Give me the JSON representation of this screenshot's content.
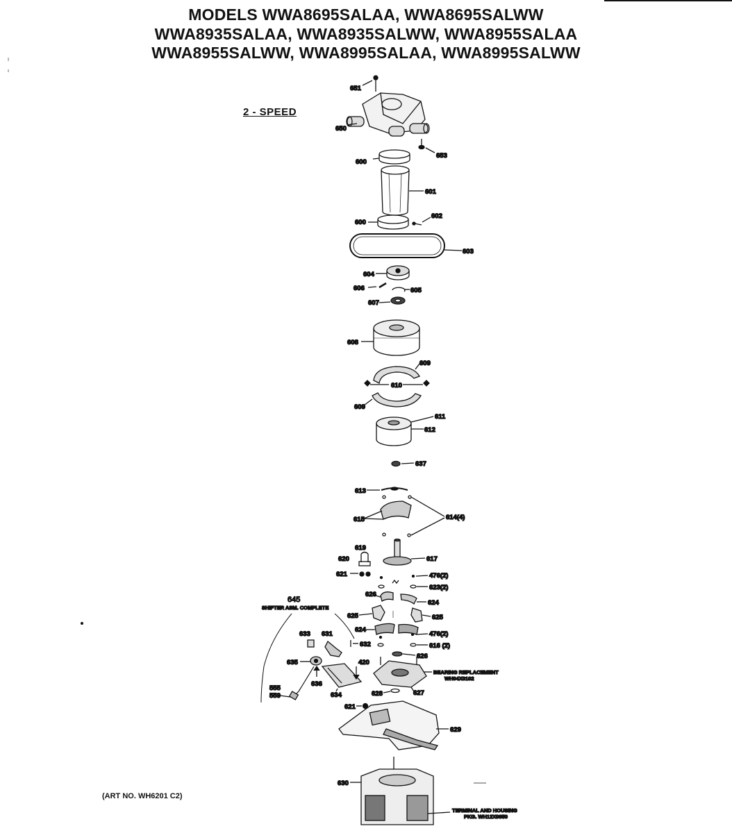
{
  "header": {
    "line1": "MODELS WWA8695SALAA, WWA8695SALWW",
    "line2": "WWA8935SALAA, WWA8935SALWW, WWA8955SALAA",
    "line3": "WWA8955SALWW, WWA8995SALAA, WWA8995SALWW"
  },
  "subtitle": "2 - SPEED",
  "art_number": "(ART NO. WH6201 C2)",
  "callouts": {
    "c651a": "651",
    "c650": "650",
    "c653": "653",
    "c600a": "600",
    "c601": "601",
    "c600b": "600",
    "c602": "602",
    "c603": "603",
    "c604": "604",
    "c606": "606",
    "c605": "605",
    "c607": "607",
    "c608": "608",
    "c609a": "609",
    "c610": "610",
    "c609b": "609",
    "c611": "611",
    "c612": "612",
    "c637": "637",
    "c613": "613",
    "c615": "615",
    "c614": "614(4)",
    "c619": "619",
    "c620": "620",
    "c617": "617",
    "c621a": "621",
    "c476a": "476(2)",
    "c623": "623(2)",
    "c626a": "626",
    "c624a": "624",
    "c625a": "625",
    "c625b": "625",
    "c624b": "624",
    "c476b": "476(2)",
    "c616": "616 (2)",
    "c626b": "626",
    "c645": "645",
    "c645text": "SHIFTER ASM. COMPLETE",
    "c633": "633",
    "c631": "631",
    "c632": "632",
    "c635": "635",
    "c420": "420",
    "c555": "555",
    "c559": "559",
    "c636": "636",
    "c634": "634",
    "c628": "628",
    "c627": "627",
    "c627text1": "BEARING REPLACEMENT",
    "c627text2": "WH04X0102",
    "c621b": "621",
    "c629": "629",
    "c630": "630",
    "terminal1": "TERMINAL AND HOUSING",
    "terminal2": "PKG. WH12X0850"
  }
}
